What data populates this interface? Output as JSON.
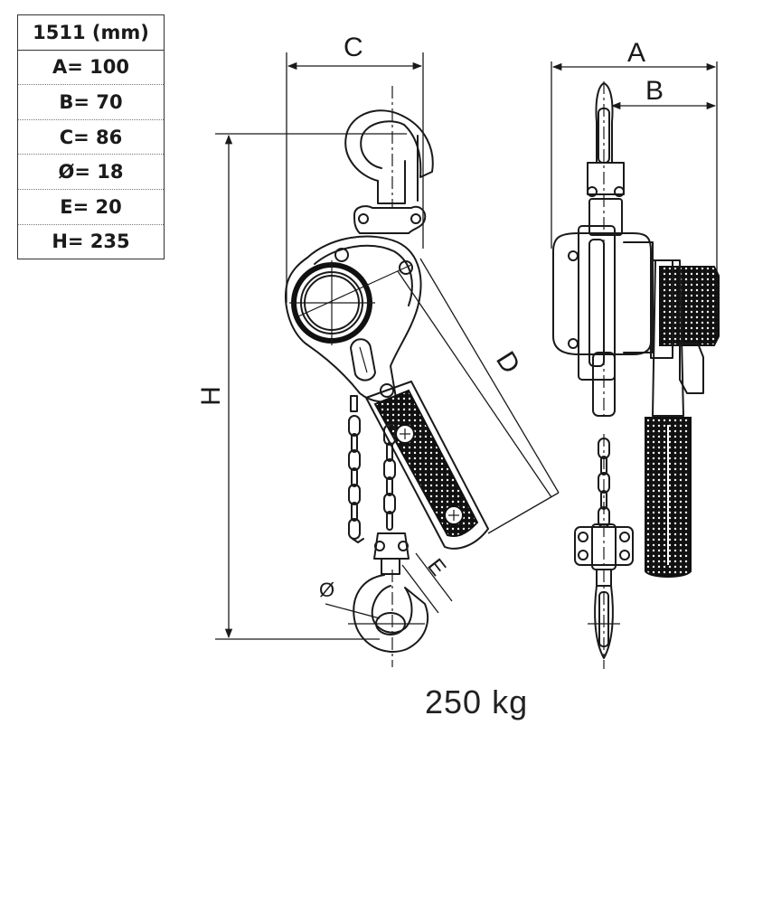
{
  "spec_table": {
    "header": "1511 (mm)",
    "rows": [
      "A= 100",
      "B= 70",
      "C= 86",
      "Ø= 18",
      "E= 20",
      "H= 235"
    ]
  },
  "dimension_labels": {
    "C": "C",
    "A": "A",
    "B": "B",
    "H": "H",
    "D": "D",
    "E": "E",
    "phi": "Ø"
  },
  "capacity": "250 kg"
}
